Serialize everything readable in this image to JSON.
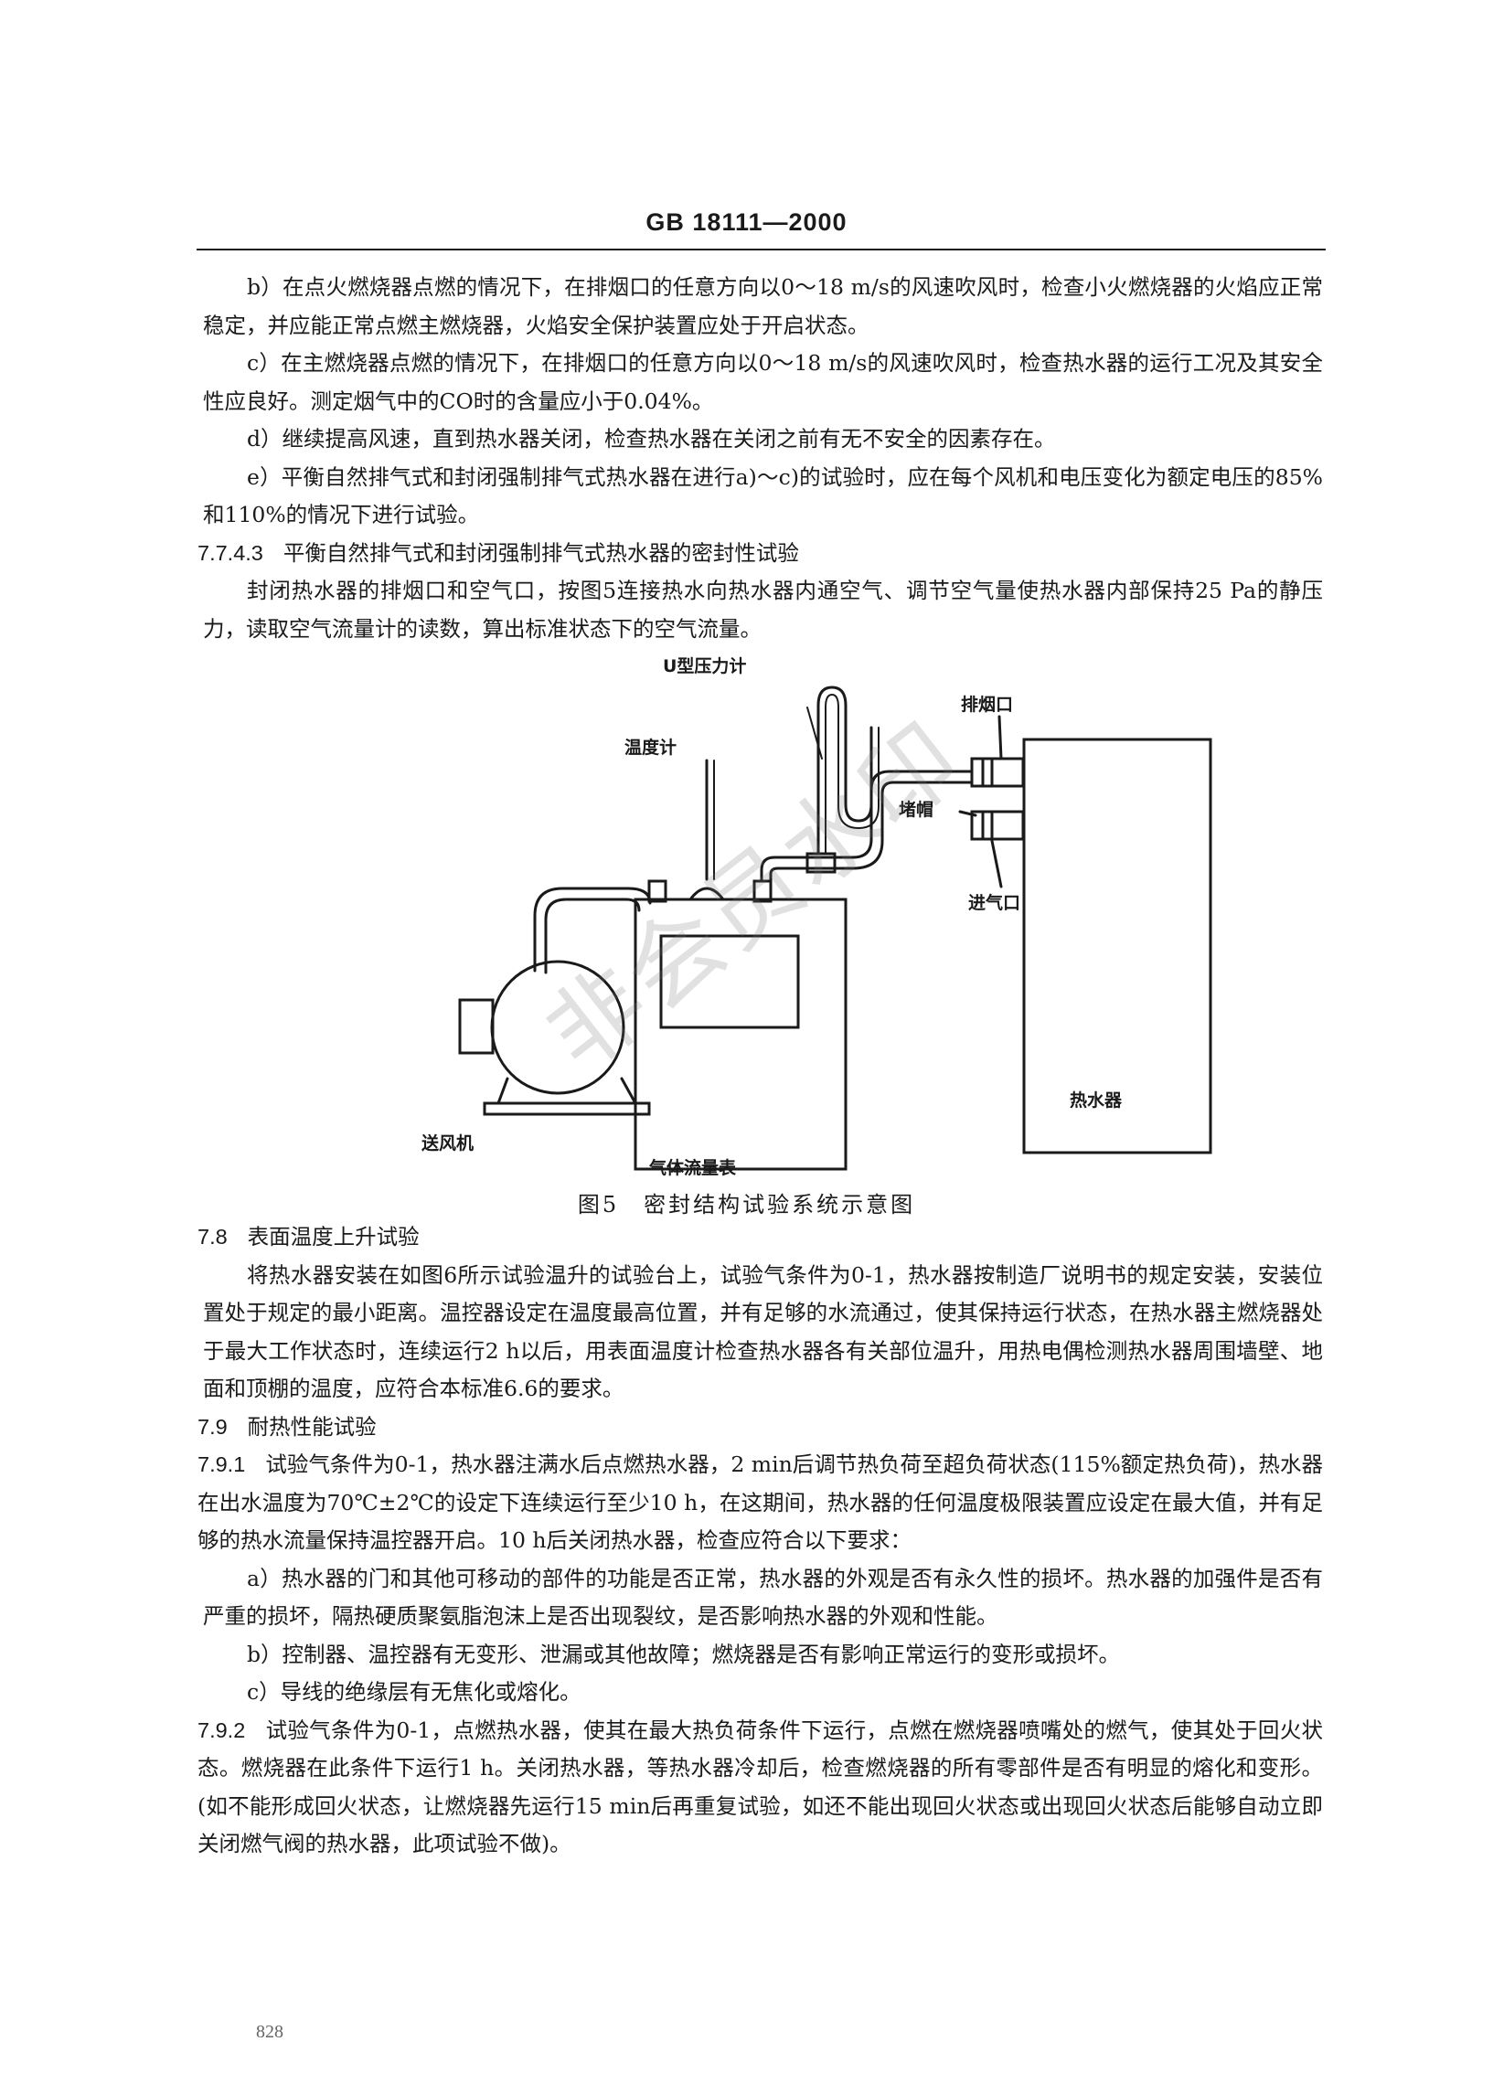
{
  "header": {
    "standard": "GB 18111—2000"
  },
  "section_a": [
    {
      "id": "p_b",
      "text": "b）在点火燃烧器点燃的情况下，在排烟口的任意方向以0～18 m/s的风速吹风时，检查小火燃烧器的火焰应正常稳定，并应能正常点燃主燃烧器，火焰安全保护装置应处于开启状态。"
    },
    {
      "id": "p_c",
      "text": "c）在主燃烧器点燃的情况下，在排烟口的任意方向以0～18 m/s的风速吹风时，检查热水器的运行工况及其安全性应良好。测定烟气中的CO时的含量应小于0.04%。"
    },
    {
      "id": "p_d",
      "text": "d）继续提高风速，直到热水器关闭，检查热水器在关闭之前有无不安全的因素存在。"
    },
    {
      "id": "p_e",
      "text": "e）平衡自然排气式和封闭强制排气式热水器在进行a)～c)的试验时，应在每个风机和电压变化为额定电压的85%和110%的情况下进行试验。"
    }
  ],
  "sec_7743": {
    "number": "7.7.4.3",
    "title": "平衡自然排气式和封闭强制排气式热水器的密封性试验",
    "body": "封闭热水器的排烟口和空气口，按图5连接热水向热水器内通空气、调节空气量使热水器内部保持25 Pa的静压力，读取空气流量计的读数，算出标准状态下的空气流量。"
  },
  "figure5": {
    "labels": {
      "u_gauge": "U型压力计",
      "thermometer": "温度计",
      "exhaust": "排烟口",
      "plug": "堵帽",
      "inlet": "进气口",
      "blower": "送风机",
      "flowmeter": "气体流量表",
      "heater": "热水器"
    },
    "caption": "图5　密封结构试验系统示意图"
  },
  "sec_78": {
    "number": "7.8",
    "title": "表面温度上升试验",
    "body": "将热水器安装在如图6所示试验温升的试验台上，试验气条件为0-1，热水器按制造厂说明书的规定安装，安装位置处于规定的最小距离。温控器设定在温度最高位置，并有足够的水流通过，使其保持运行状态，在热水器主燃烧器处于最大工作状态时，连续运行2 h以后，用表面温度计检查热水器各有关部位温升，用热电偶检测热水器周围墙壁、地面和顶棚的温度，应符合本标准6.6的要求。"
  },
  "sec_79": {
    "number": "7.9",
    "title": "耐热性能试验"
  },
  "sec_791": {
    "number": "7.9.1",
    "body": "试验气条件为0-1，热水器注满水后点燃热水器，2 min后调节热负荷至超负荷状态(115%额定热负荷)，热水器在出水温度为70℃±2℃的设定下连续运行至少10 h，在这期间，热水器的任何温度极限装置应设定在最大值，并有足够的热水流量保持温控器开启。10 h后关闭热水器，检查应符合以下要求：",
    "items": [
      {
        "id": "i_a",
        "text": "a）热水器的门和其他可移动的部件的功能是否正常，热水器的外观是否有永久性的损坏。热水器的加强件是否有严重的损坏，隔热硬质聚氨脂泡沫上是否出现裂纹，是否影响热水器的外观和性能。"
      },
      {
        "id": "i_b",
        "text": "b）控制器、温控器有无变形、泄漏或其他故障；燃烧器是否有影响正常运行的变形或损坏。"
      },
      {
        "id": "i_c",
        "text": "c）导线的绝缘层有无焦化或熔化。"
      }
    ]
  },
  "sec_792": {
    "number": "7.9.2",
    "body": "试验气条件为0-1，点燃热水器，使其在最大热负荷条件下运行，点燃在燃烧器喷嘴处的燃气，使其处于回火状态。燃烧器在此条件下运行1 h。关闭热水器，等热水器冷却后，检查燃烧器的所有零部件是否有明显的熔化和变形。(如不能形成回火状态，让燃烧器先运行15 min后再重复试验，如还不能出现回火状态或出现回火状态后能够自动立即关闭燃气阀的热水器，此项试验不做)。"
  },
  "watermark": "非会员水印",
  "page_number": "828"
}
